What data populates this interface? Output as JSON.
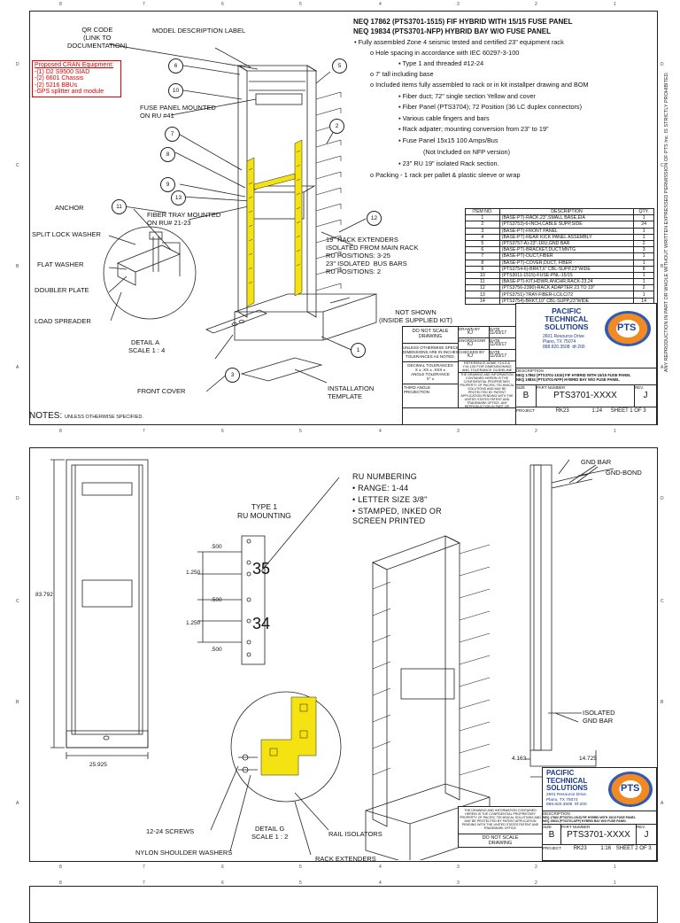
{
  "zones": {
    "top": [
      "8",
      "7",
      "6",
      "5",
      "4",
      "3",
      "2",
      "1"
    ],
    "rows": [
      "D",
      "C",
      "B",
      "A"
    ]
  },
  "side_note": "ANY REPRODUCTION IN PART OR WHOLE WITHOUT WRITTEN EXPRESSED PERMISSION OF PTS Inc. IS STRICTLY PROHIBITED.",
  "sheet1": {
    "header_lines": [
      "NEQ 17862 (PTS3701-1515) FIF HYBRID WITH 15/15 FUSE PANEL",
      "NEQ 19834 (PTS3701-NFP) HYBRID BAY W/O FUSE PANEL"
    ],
    "spec_lines": [
      "• Fully assembled Zone 4 seismic tested and certified 23\" equipment rack",
      "o   Hole spacing in accordance with IEC 60297-3-100",
      "▪   Type 1 and threaded #12-24",
      "o   7' tall including base",
      "o   Included items fully assembled to rack or in kit installper drawing and BOM",
      "▪   Fiber duct; 72\" single section Yellow and cover",
      "▪   Fiber Panel (PTS3704); 72 Position (36 LC duplex connectors)",
      "▪   Various cable fingers and bars",
      "▪   Rack adpater; mounting conversion from 23\" to 19\"",
      "▪   Fuse Panel 15x15 100 Amps/Bus",
      "(Not Included on NFP version)",
      "▪   23\" RU 19\" isolated Rack section.",
      "o   Packing - 1 rack per pallet & plastic sleeve or wrap"
    ],
    "proposed": {
      "title": "Proposed CRAN Equipment:",
      "items": [
        "-(1) D2 S9500 SIAD",
        "-(2) 6601 Chassis",
        "-(2) 5216 BBUs",
        "-GPS splitter and module"
      ]
    },
    "callouts": {
      "qr": "QR CODE\n(LINK TO\nDOCUMENTATION)",
      "model": "MODEL DESCRIPTION LABEL",
      "fuse": "FUSE PANEL MOUNTED\nON RU #41",
      "anchor": "ANCHOR",
      "fibertray": "FIBER TRAY MOUNTED\nON RU# 21-23",
      "splitlock": "SPLIT LOCK WASHER",
      "flatwasher": "FLAT WASHER",
      "doubler": "DOUBLER PLATE",
      "spreader": "LOAD SPREADER",
      "detail_a": "DETAIL A",
      "scale_a": "SCALE 1 : 4",
      "front_cover": "FRONT COVER",
      "install": "INSTALLATION\nTEMPLATE",
      "extenders": "19\" RACK EXTENDERS\nISOLATED FROM MAIN RACK\nRU POSITIONS: 3-25\n23\" ISOLATED  BUS BARS\nRU POSITIONS: 2",
      "not_shown": "NOT SHOWN\n(INSIDE SUPPLIED KIT)",
      "notes": "NOTES:",
      "notes_sub": "UNLESS OTHERWISE SPECIFIED."
    },
    "balloons": [
      "6",
      "10",
      "7",
      "8",
      "9",
      "13",
      "11",
      "5",
      "12",
      "1",
      "3",
      "2"
    ],
    "bom": {
      "headers": [
        "ITEM NO.",
        "DESCRIPTION",
        "QTY."
      ],
      "rows": [
        [
          "1",
          "(BASE-PT)-RACK,23\",SMALL BASE,EIA",
          "1"
        ],
        [
          "2",
          "(PTS3753)-6-INCH,CABLE SUPP,SIDE",
          "24"
        ],
        [
          "3",
          "(BASE-PT)-FRONT PANEL",
          "1"
        ],
        [
          "4",
          "(BASE-PT)-REAR KICK PANEL ASSEMBLY",
          "1"
        ],
        [
          "5",
          "(PTS3757-A)-23\"-1RU,GND BAR",
          "2"
        ],
        [
          "6",
          "(BASE-PT)-BRACKET,DUCT,MNTG",
          "3"
        ],
        [
          "7",
          "(BASE-PT)-DUCT,FIBER",
          "1"
        ],
        [
          "8",
          "(BASE-PT)-COVER,DUCT, FIBER",
          "1"
        ],
        [
          "9",
          "(PTS3754-6)-BRKT,6\" CBL-SUPP,23\"WIDE",
          "8"
        ],
        [
          "10",
          "(PTS3011-1515)-FUSE-PNL-15/15",
          "1"
        ],
        [
          "11",
          "(BASE-PT)-KIT,HDWR,ANCHR,RACK-23,24",
          "1"
        ],
        [
          "12",
          "(PTS3756-2390)-RACK ADAPTER 23 TO 19\"",
          "2"
        ],
        [
          "13",
          "(PTS3751)-TRAY-FIBER-LC/LC/72",
          "1"
        ],
        [
          "14",
          "(PTS3754)-BRKT,10\" CBL-SUPP,23\"WIDE",
          "14"
        ]
      ]
    },
    "titleblock": {
      "do_not_scale": "DO NOT SCALE\nDRAWING",
      "unless": "UNLESS OTHERWISE SPECIFIED,\nDIMENSIONS ARE IN INCHES.\nTOLERANCES AS NOTED.",
      "decimal": "DECIMAL TOLERANCES",
      "decimal_vals": "X ±     .XX ±     .XXX ±",
      "angle": "ANGLE TOLERANCE",
      "angle_val": "X° ±",
      "projection": "THIRD ANGLE PROJECTION",
      "drawn_by_lbl": "DRAWN BY",
      "drawn_by": "KJ",
      "date_lbl": "DATE",
      "date": "11/03/17",
      "engr_lbl": "ENGR/DSGNR",
      "engr": "KJ",
      "checked_lbl": "CHECKED BY",
      "checked": "KJ",
      "date2": "11/03/17",
      "date3": "11/03/17",
      "reference": "REFERENCE ASME Y14.5 & Y14.100 FOR DIMENSIONING AND TOLERANCE GUIDELINE",
      "confidential": "THE DRAWING AND INFORMATION CONTAINED HEREIN IS THE CONFIDENTIAL PROPRIETARY PROPERTY OF PACIFIC TECHNICAL SOLUTIONS AND MAY BE PROTECTED BY PATENT APPLICATION PENDING WITH THE UNITED STATES PATENT AND TRADEMARK OFFICE. ANY REPRODUCTION IN PART OR WHOLE WITHOUT WRITTEN EXPRESSED PERMISSION OF PTS, Inc. IS STRICTLY PROHIBITED.",
      "company": "PACIFIC\nTECHNICAL\nSOLUTIONS",
      "address": "2601 Resource Drive\nPlano, TX 75074\n888.820.3508  ttf-200",
      "logo": "PTS",
      "desc_lbl": "DESCRIPTION",
      "desc": "NEQ 17862 (PTS3701-1515) FIF HYBRID WITH 15/15 FUSE PANEL\nNEQ 19834 (PTS3701-NFP) HYBRID BAY W/O FUSE PANEL",
      "size_lbl": "SIZE",
      "size": "B",
      "part_lbl": "PART NUMBER",
      "part": "PTS3701-XXXX",
      "rev_lbl": "REV.",
      "rev": "J",
      "project_lbl": "PROJECT",
      "project": "RK23",
      "scale": "1:24",
      "sheet": "SHEET 1 OF 3"
    }
  },
  "sheet2": {
    "type1": "TYPE 1\nRU MOUNTING",
    "ru_title": "RU NUMBERING",
    "ru_items": [
      "RANGE: 1-44",
      "LETTER SIZE 3/8\"",
      "STAMPED, INKED OR\nSCREEN PRINTED"
    ],
    "dims": {
      "height": "83.792",
      "width": "25.925",
      "d500a": ".500",
      "d1250a": "1.250",
      "d500b": ".500",
      "d1250b": "1.250",
      "d500c": ".500",
      "depth1": "4.163",
      "depth2": "14.725",
      "ru35": "35",
      "ru34": "34"
    },
    "callouts": {
      "gnd_bar": "GND BAR",
      "gnd_bond": "GND-BOND",
      "isolated": "ISOLATED\nGND BAR",
      "screws": "12-24 SCREWS",
      "detail_g": "DETAIL G",
      "scale_g": "SCALE 1 : 2",
      "nylon": "NYLON SHOULDER WASHERS",
      "rail_iso": "RAIL ISOLATORS",
      "rack_ext": "RACK EXTENDERS"
    },
    "titleblock": {
      "company": "PACIFIC\nTECHNICAL\nSOLUTIONS",
      "address": "2601 Resource Drive\nPlano, TX 75074\n888.820.3508  ttf-200",
      "logo": "PTS",
      "desc_lbl": "DESCRIPTION",
      "desc": "NEQ 17862 (PTS3701-1515) FIF HYBRID WITH 15/15 FUSE PANEL\nNEQ 19834 (PTS3701-NFP) HYBRID BAY W/O FUSE PANEL",
      "size_lbl": "SIZE",
      "size": "B",
      "part_lbl": "PART NUMBER",
      "part": "PTS3701-XXXX",
      "rev_lbl": "REV.",
      "rev": "J",
      "project_lbl": "PROJECT",
      "project": "RK23",
      "scale": "1:16",
      "sheet": "SHEET 2 OF 3",
      "confidential": "THE DRAWING AND INFORMATION CONTAINED HEREIN IS THE CONFIDENTIAL PROPRIETARY PROPERTY OF PACIFIC TECHNICAL SOLUTIONS AND MAY BE PROTECTED BY PATENT APPLICATION PENDING WITH THE UNITED STATES PATENT AND TRADEMARK OFFICE.",
      "do_not_scale": "DO NOT SCALE\nDRAWING"
    }
  }
}
